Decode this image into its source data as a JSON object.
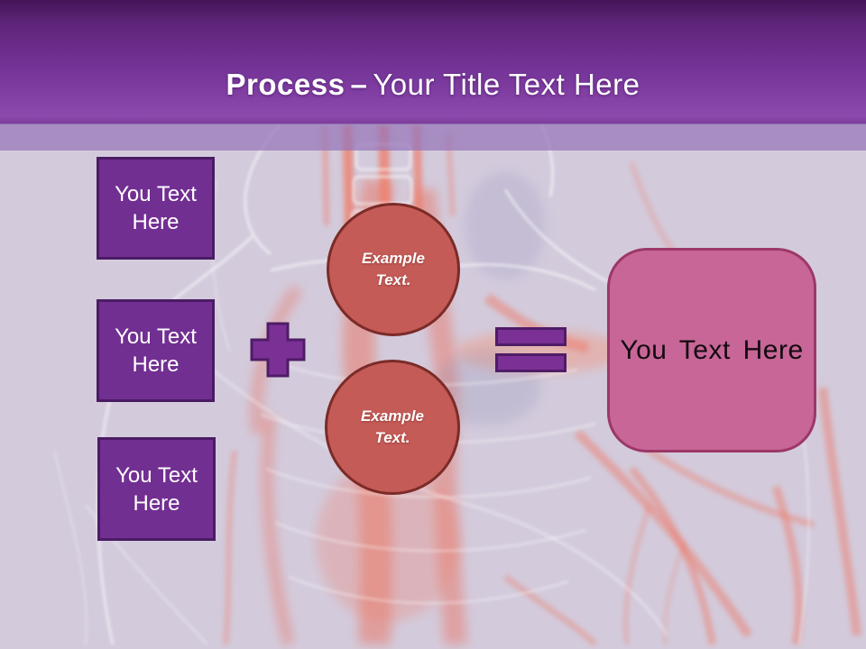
{
  "title": {
    "bold": "Process",
    "separator": "–",
    "rest": "Your Title Text Here"
  },
  "left_boxes": [
    {
      "label": "You Text Here"
    },
    {
      "label": "You Text Here"
    },
    {
      "label": "You Text Here"
    }
  ],
  "circles": [
    {
      "label": "Example Text."
    },
    {
      "label": "Example Text."
    }
  ],
  "result_box": {
    "label": "You Text Here"
  },
  "icons": {
    "plus": "plus-icon",
    "equals": "equals-icon"
  },
  "colors": {
    "header_top": "#451458",
    "header_bottom": "#8C49AE",
    "band": "#AD92C6",
    "body_bg": "#D3CBDC",
    "box_fill": "#722F92",
    "box_border": "#4B1B64",
    "operator_fill": "#7B3096",
    "operator_border": "#4F1C66",
    "circle_fill": "#C45B57",
    "circle_border": "#7B2B28",
    "result_fill": "#C76697",
    "result_border": "#9C3867",
    "title_color": "#FFFFFF",
    "box_text": "#FFFFFF",
    "circle_text": "#FFFFFF",
    "result_text": "#140A10"
  }
}
